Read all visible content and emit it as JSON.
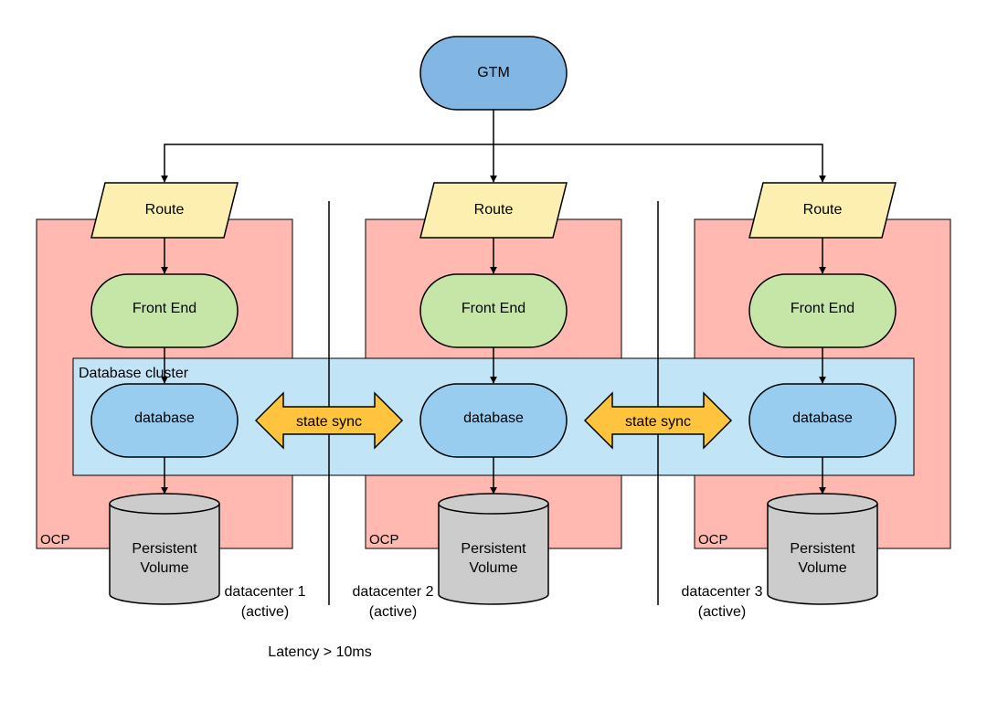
{
  "gtm": {
    "label": "GTM"
  },
  "cluster": {
    "label": "Database cluster",
    "sync_label": "state sync"
  },
  "datacenters": [
    {
      "route": "Route",
      "front_end": "Front End",
      "database": "database",
      "ocp": "OCP",
      "volume_line1": "Persistent",
      "volume_line2": "Volume",
      "dc_line1": "datacenter 1",
      "dc_line2": "(active)"
    },
    {
      "route": "Route",
      "front_end": "Front End",
      "database": "database",
      "ocp": "OCP",
      "volume_line1": "Persistent",
      "volume_line2": "Volume",
      "dc_line1": "datacenter 2",
      "dc_line2": "(active)"
    },
    {
      "route": "Route",
      "front_end": "Front End",
      "database": "database",
      "ocp": "OCP",
      "volume_line1": "Persistent",
      "volume_line2": "Volume",
      "dc_line1": "datacenter 3",
      "dc_line2": "(active)"
    }
  ],
  "latency": "Latency > 10ms",
  "colors": {
    "gtm": "#83b7e3",
    "route": "#fdefb0",
    "front_end": "#c6e6a8",
    "database": "#98cdef",
    "ocp": "#ffb9b0",
    "cluster": "#c2e4f7",
    "cylinder": "#cccccc",
    "sync_arrow": "#ffc43d"
  }
}
